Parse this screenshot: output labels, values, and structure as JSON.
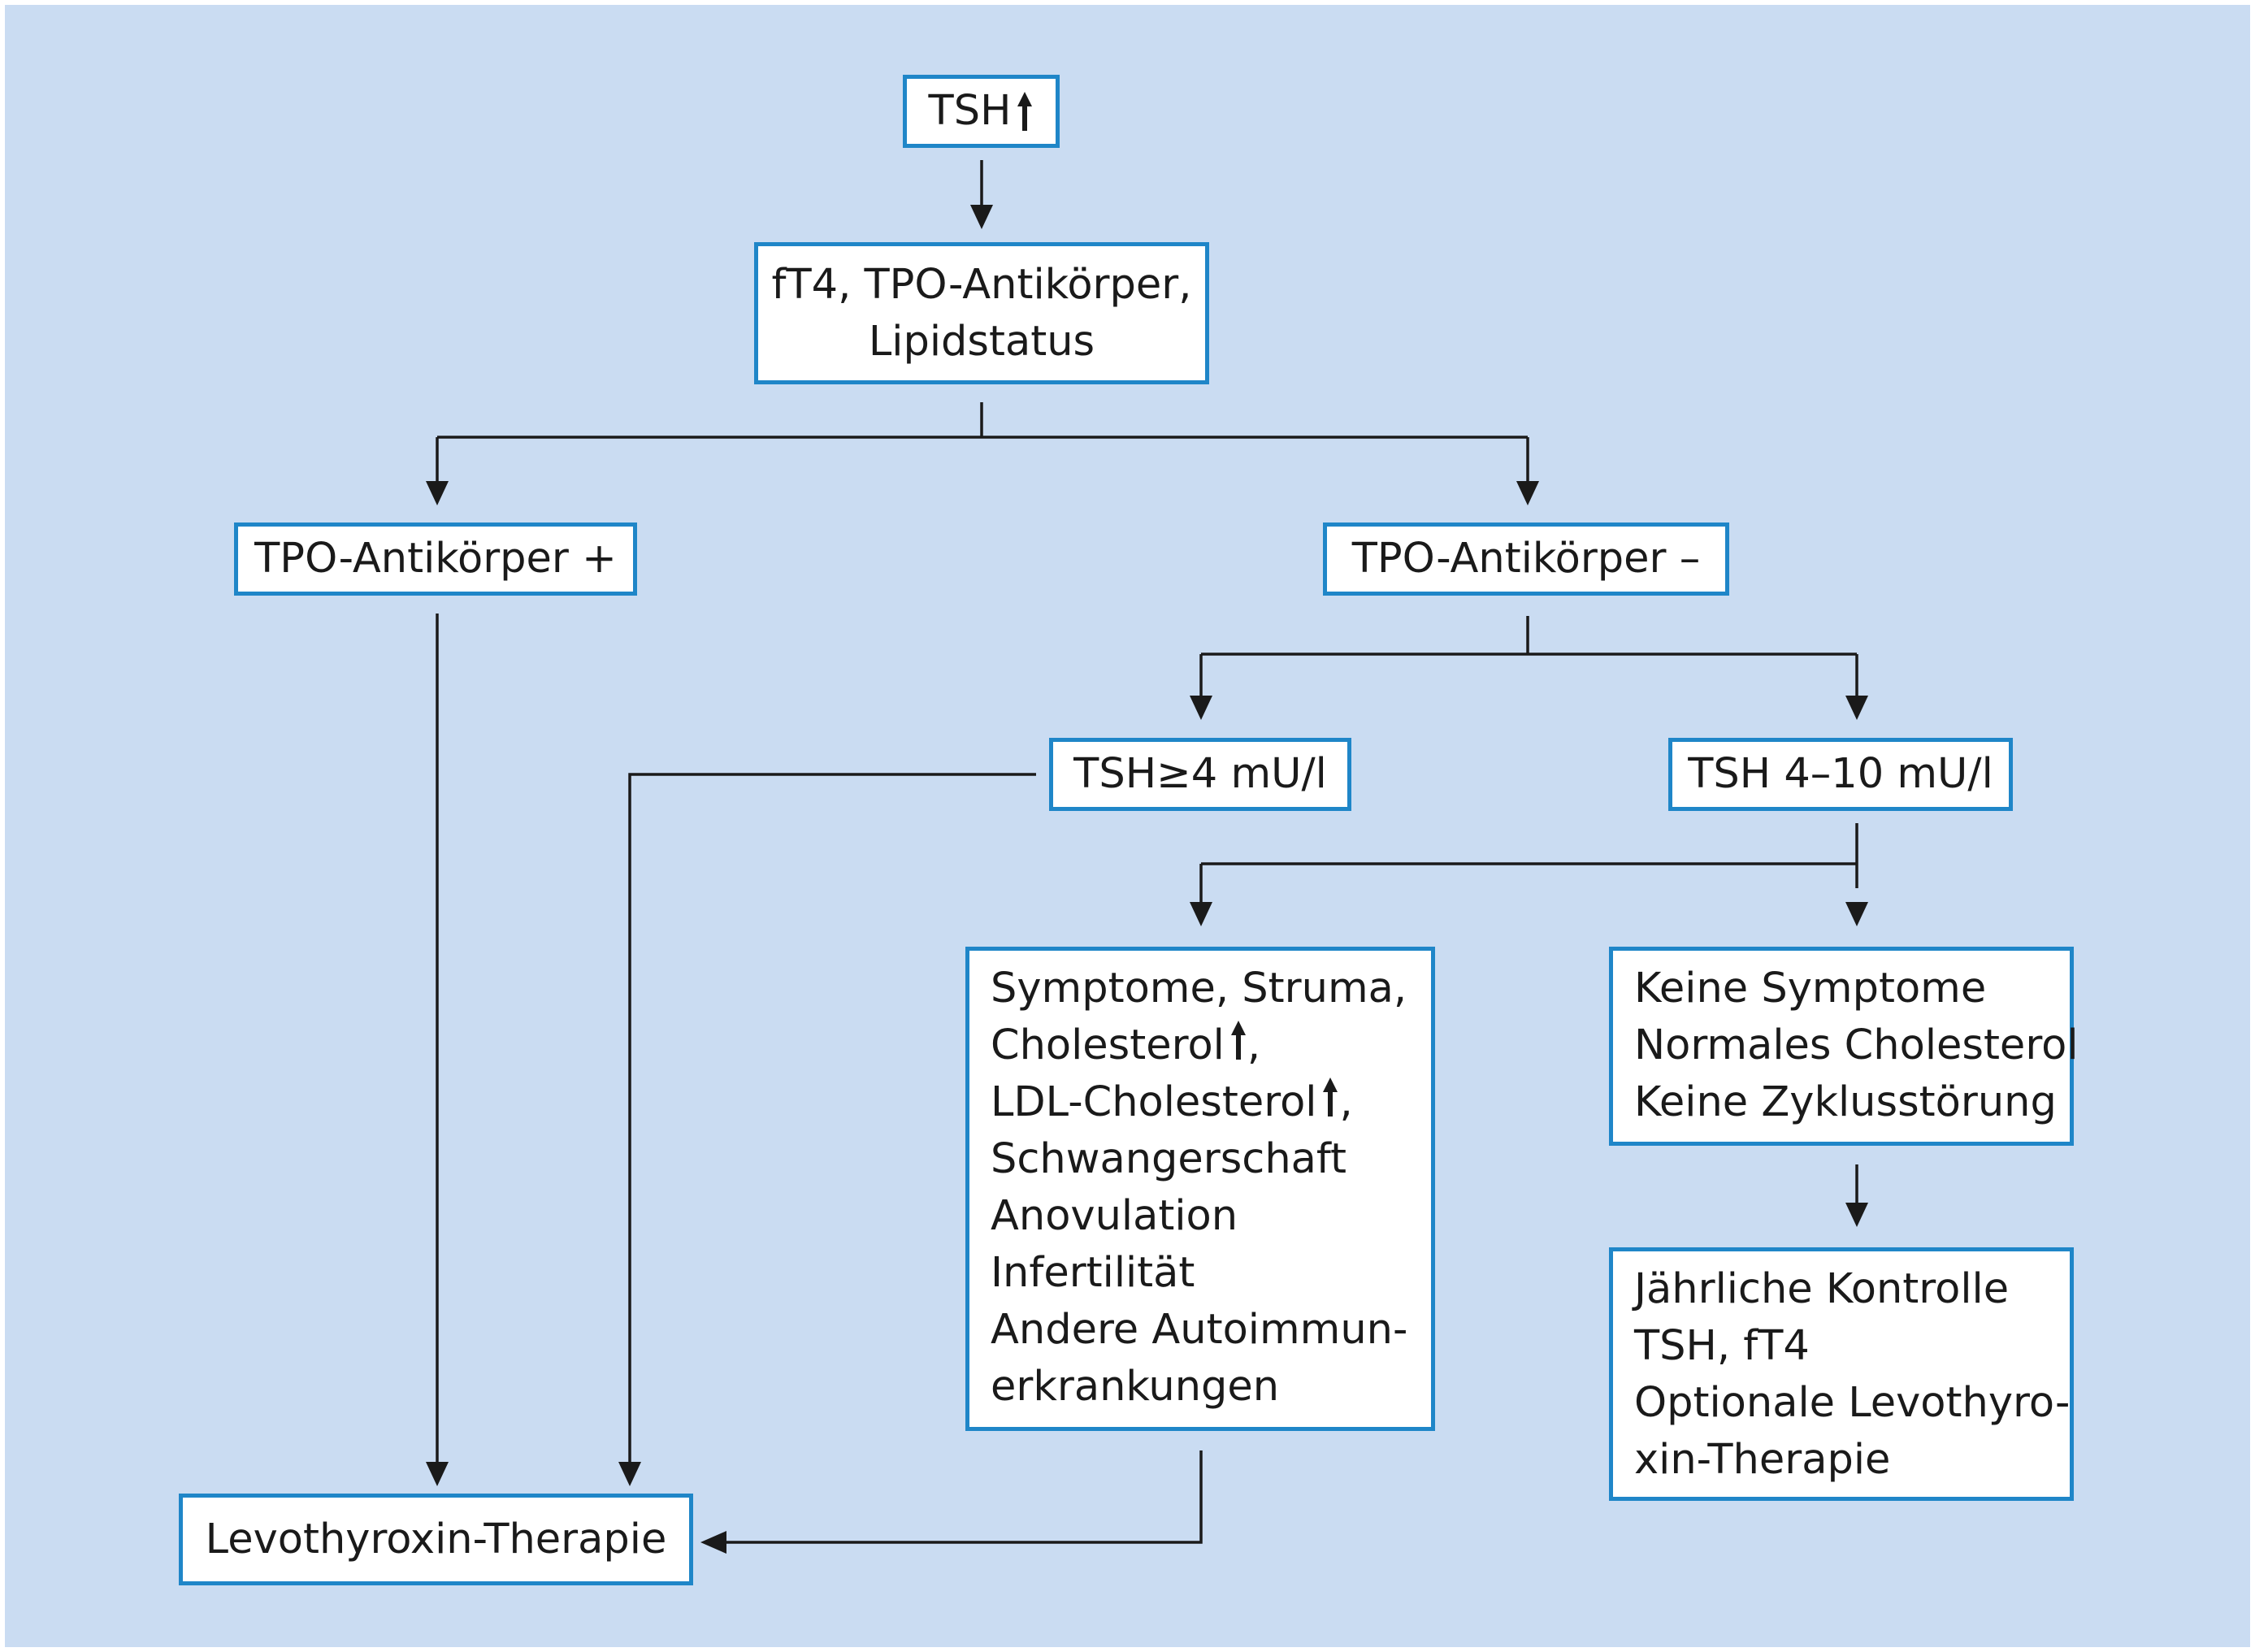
{
  "nodes": {
    "tsh_start": {
      "text": "TSH",
      "arrow": "up-arrow-icon"
    },
    "initial_tests": {
      "line1": "fT4, TPO-Antikörper,",
      "line2": "Lipidstatus"
    },
    "tpo_positive": {
      "text": "TPO-Antikörper +"
    },
    "tpo_negative": {
      "text": "TPO-Antikörper –"
    },
    "tsh_ge4": {
      "text": "TSH≥4 mU/l"
    },
    "tsh_4_10": {
      "text": "TSH 4–10 mU/l"
    },
    "indications": {
      "lines": [
        "Symptome, Struma,",
        "Cholesterol",
        ",",
        "LDL-Cholesterol",
        ",",
        "Schwangerschaft",
        "Anovulation",
        "Infertilität",
        "Andere Autoimmun-",
        "erkrankungen"
      ]
    },
    "no_symptoms": {
      "lines": [
        "Keine Symptome",
        "Normales Cholesterol",
        "Keine Zyklusstörung"
      ]
    },
    "annual_control": {
      "lines": [
        "Jährliche Kontrolle",
        "TSH, fT4",
        "Optionale Levothyro-",
        "xin-Therapie"
      ]
    },
    "levothyroxine": {
      "text": "Levothyroxin-Therapie"
    }
  },
  "colors": {
    "background": "#cadcf2",
    "box_border": "#1f86c8",
    "box_fill": "#ffffff",
    "connector": "#1a1a1a"
  }
}
